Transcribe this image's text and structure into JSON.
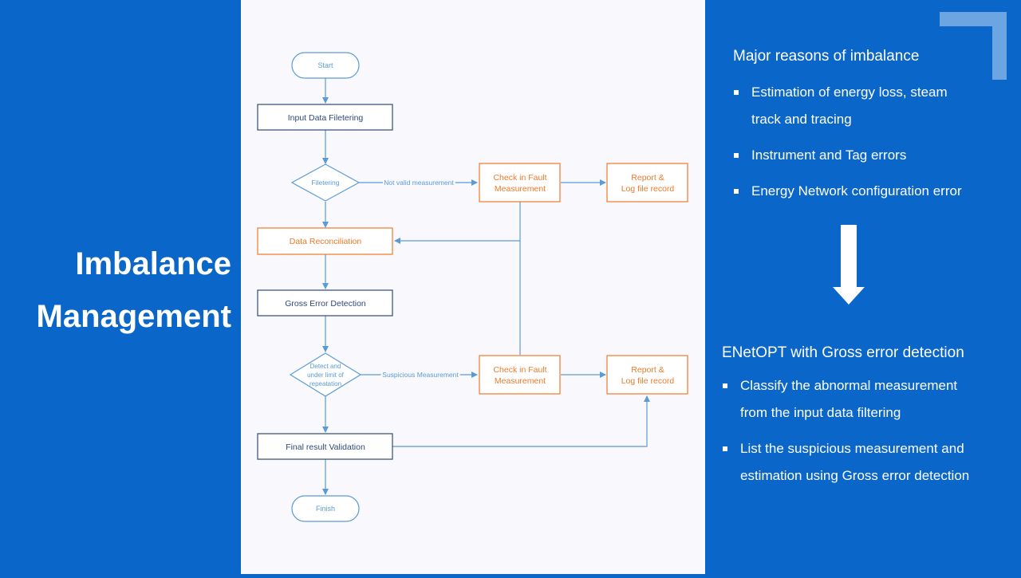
{
  "title": {
    "line1": "Imbalance",
    "line2": "Management"
  },
  "flowchart": {
    "start": "Start",
    "input_filtering": "Input Data Filetering",
    "filtering_decision": "Filetering",
    "not_valid_label": "Not valid measurement",
    "check_fault_1": [
      "Check in Fault",
      "Measurement"
    ],
    "report_1": [
      "Report &",
      "Log file record"
    ],
    "data_reconciliation": "Data Reconciliation",
    "gross_error_detection": "Gross Error Detection",
    "detect_decision": [
      "Detect and",
      "under limit of",
      "repeatation"
    ],
    "suspicious_label": "Suspicious Measurement",
    "check_fault_2": [
      "Check in Fault",
      "Measurement"
    ],
    "report_2": [
      "Report &",
      "Log file record"
    ],
    "final_validation": "Final result Validation",
    "finish": "Finish"
  },
  "reasons": {
    "heading": "Major reasons of imbalance",
    "items": [
      [
        "Estimation of energy loss, steam",
        "track and tracing"
      ],
      [
        "Instrument and Tag errors"
      ],
      [
        "Energy Network configuration error"
      ]
    ]
  },
  "solution": {
    "heading": "ENetOPT with Gross error detection",
    "items": [
      [
        "Classify the abnormal measurement",
        "from the input data filtering"
      ],
      [
        "List the suspicious measurement and",
        "estimation using Gross error detection"
      ]
    ]
  },
  "colors": {
    "blue": "#0a66c8",
    "navy_box": "#2e4a78",
    "orange": "#ee7a2a",
    "connector": "#5b9bd5"
  }
}
